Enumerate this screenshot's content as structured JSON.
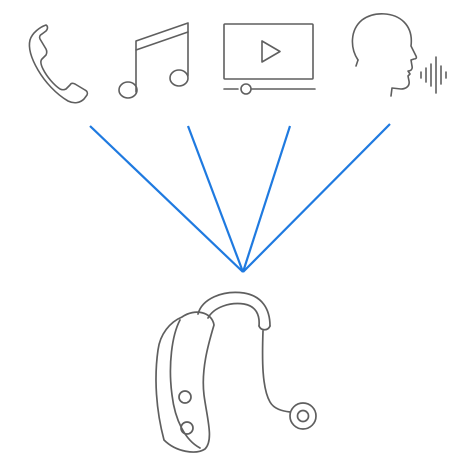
{
  "diagram": {
    "sources": [
      {
        "id": "phone",
        "icon": "phone-icon"
      },
      {
        "id": "music",
        "icon": "music-note-icon"
      },
      {
        "id": "video",
        "icon": "video-player-icon"
      },
      {
        "id": "voice",
        "icon": "speaking-head-icon"
      }
    ],
    "target": {
      "icon": "hearing-aid-icon"
    }
  },
  "colors": {
    "connector": "#1f7ae0",
    "icon_stroke": "#5f5f5f",
    "background": "#ffffff"
  }
}
